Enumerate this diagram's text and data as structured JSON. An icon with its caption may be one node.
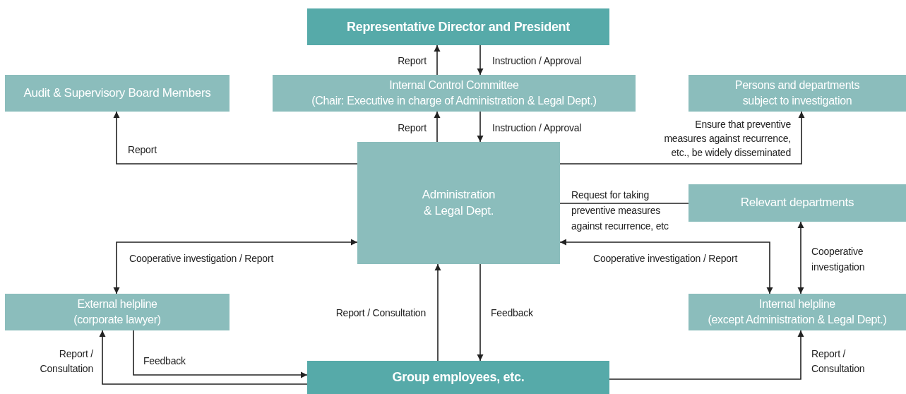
{
  "diagram": {
    "nodes": [
      {
        "text": [
          "Representative Director and President"
        ]
      },
      {
        "text": [
          "Audit & Supervisory Board Members"
        ]
      },
      {
        "text": [
          "Internal Control Committee",
          "(Chair: Executive in charge of Administration & Legal Dept.)"
        ]
      },
      {
        "text": [
          "Persons and departments subject to investigation"
        ]
      },
      {
        "text": [
          "Administration & Legal Dept."
        ]
      },
      {
        "text": [
          "Relevant departments"
        ]
      },
      {
        "text": [
          "External helpline",
          "(corporate lawyer)"
        ]
      },
      {
        "text": [
          "Internal helpline",
          "(except Administration & Legal Dept.)"
        ]
      },
      {
        "text": [
          "Group employees, etc."
        ]
      }
    ],
    "edges": [
      {
        "from": 2,
        "to": 0,
        "arrow": "to",
        "label": "Report"
      },
      {
        "from": 0,
        "to": 2,
        "arrow": "to",
        "label": "Instruction / Approval"
      },
      {
        "from": 4,
        "to": 2,
        "arrow": "to",
        "label": "Report"
      },
      {
        "from": 2,
        "to": 4,
        "arrow": "to",
        "label": "Instruction / Approval"
      },
      {
        "from": 4,
        "to": 1,
        "arrow": "to",
        "label": "Report"
      },
      {
        "from": 4,
        "to": 3,
        "arrow": "to",
        "label": "Ensure that preventive measures against recurrence, etc., be widely disseminated"
      },
      {
        "from": 4,
        "to": 5,
        "arrow": "none",
        "label": "Request for taking preventive measures against recurrence, etc"
      },
      {
        "from": 6,
        "to": 4,
        "arrow": "both",
        "label": "Cooperative investigation / Report"
      },
      {
        "from": 7,
        "to": 4,
        "arrow": "both",
        "label": "Cooperative investigation / Report"
      },
      {
        "from": 5,
        "to": 7,
        "arrow": "both",
        "label": "Cooperative investigation"
      },
      {
        "from": 8,
        "to": 6,
        "arrow": "to",
        "label": "Report / Consultation"
      },
      {
        "from": 6,
        "to": 8,
        "arrow": "to",
        "label": "Feedback"
      },
      {
        "from": 8,
        "to": 4,
        "arrow": "to",
        "label": "Report / Consultation"
      },
      {
        "from": 4,
        "to": 8,
        "arrow": "to",
        "label": "Feedback"
      },
      {
        "from": 8,
        "to": 7,
        "arrow": "to",
        "label": "Report / Consultation"
      }
    ]
  }
}
